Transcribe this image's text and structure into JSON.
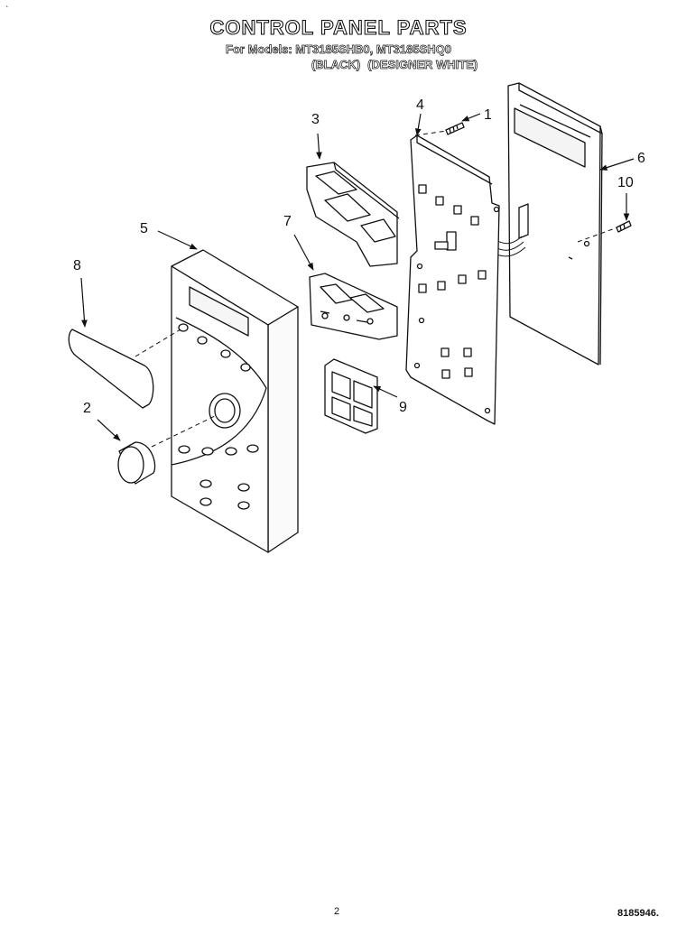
{
  "header": {
    "title": "CONTROL PANEL PARTS",
    "models_line": "For Models: MT3185SHB0, MT3185SHQ0",
    "color_black": "(BLACK)",
    "color_white": "(DESIGNER WHITE)"
  },
  "corner_mark": "`",
  "footer": {
    "page_number": "2",
    "document_number": "8185946."
  },
  "callouts": [
    {
      "label": "1"
    },
    {
      "label": "2"
    },
    {
      "label": "3"
    },
    {
      "label": "4"
    },
    {
      "label": "5"
    },
    {
      "label": "6"
    },
    {
      "label": "7"
    },
    {
      "label": "8"
    },
    {
      "label": "9"
    },
    {
      "label": "10"
    }
  ]
}
